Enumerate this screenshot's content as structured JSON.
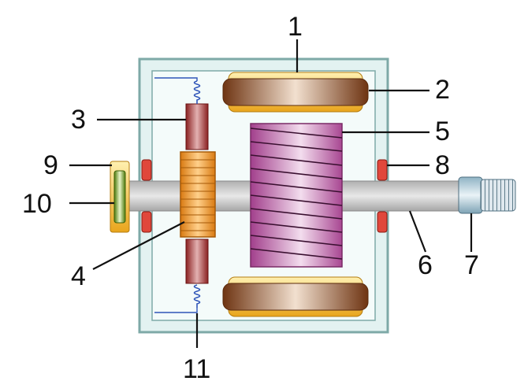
{
  "labels": {
    "l1": "1",
    "l2": "2",
    "l3": "3",
    "l4": "4",
    "l5": "5",
    "l6": "6",
    "l7": "7",
    "l8": "8",
    "l9": "9",
    "l10": "10",
    "l11": "11"
  },
  "colors": {
    "housing_fill": "#e3f2f1",
    "housing_stroke": "#7ea9a7",
    "magnet_brown": "#8b4a22",
    "magnet_gold": "#f3c23f",
    "rotor_purple": "#b04f98",
    "commutator_orange": "#f39a2a",
    "brush_red": "#a02a2a",
    "bearing_red": "#e0473b",
    "spring_blue": "#2f55b8",
    "shaft_gray": "#b8b8b8",
    "endcap_green": "#6d9a1a"
  }
}
